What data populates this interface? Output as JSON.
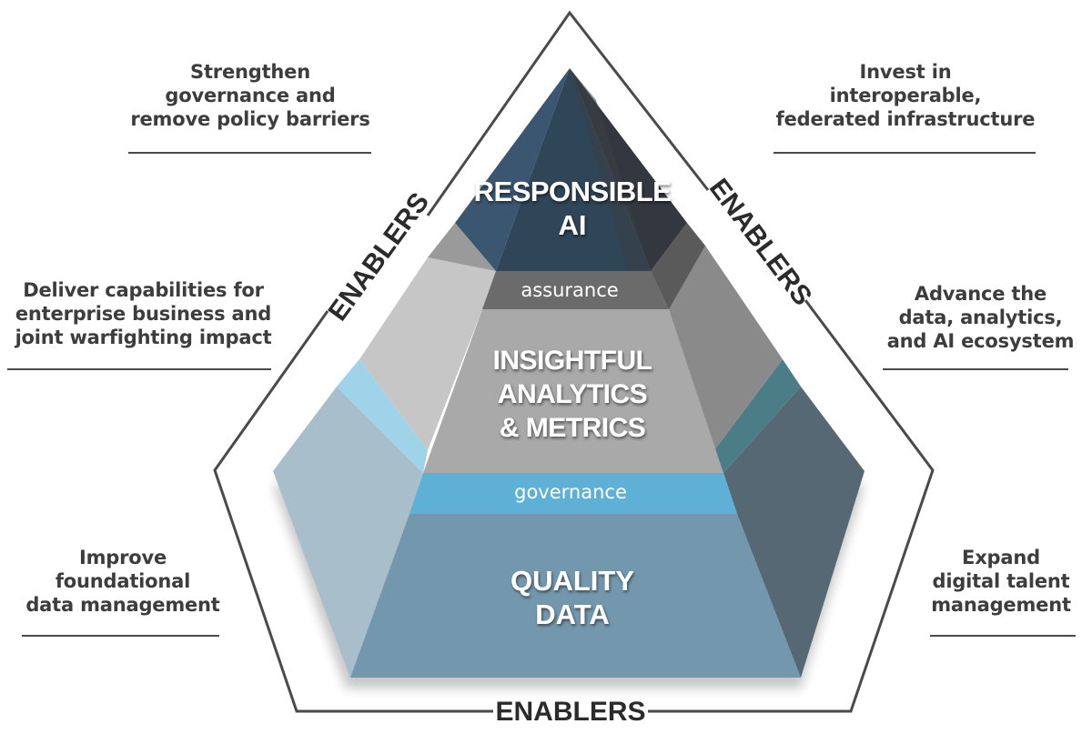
{
  "diagram": {
    "layers": {
      "top": {
        "lines": [
          "RESPONSIBLE",
          "AI"
        ]
      },
      "band_upper": "assurance",
      "middle": {
        "lines": [
          "INSIGHTFUL",
          "ANALYTICS",
          "& METRICS"
        ]
      },
      "band_lower": "governance",
      "bottom": {
        "lines": [
          "QUALITY",
          "DATA"
        ]
      }
    },
    "enabler_labels": {
      "left": "ENABLERS",
      "right": "ENABLERS",
      "bottom": "ENABLERS"
    },
    "enablers": [
      {
        "id": "top-left",
        "lines": [
          "Strengthen",
          "governance and",
          "remove policy barriers"
        ]
      },
      {
        "id": "top-right",
        "lines": [
          "Invest in",
          "interoperable,",
          "federated infrastructure"
        ]
      },
      {
        "id": "mid-left",
        "lines": [
          "Deliver capabilities for",
          "enterprise business and",
          "joint warfighting impact"
        ]
      },
      {
        "id": "mid-right",
        "lines": [
          "Advance the",
          "data, analytics,",
          "and AI ecosystem"
        ]
      },
      {
        "id": "bottom-left",
        "lines": [
          "Improve",
          "foundational",
          "data management"
        ]
      },
      {
        "id": "bottom-right",
        "lines": [
          "Expand",
          "digital talent",
          "management"
        ]
      }
    ],
    "colors": {
      "top_face": "#2e4457",
      "top_dark": "#3a3d42",
      "assurance_band": "#6b6b6b",
      "middle_face": "#a9a9a9",
      "governance_band": "#5fb0d6",
      "bottom_face": "#7398ad",
      "text_dark": "#3d3d3d",
      "outline": "#4a4a4a"
    }
  }
}
